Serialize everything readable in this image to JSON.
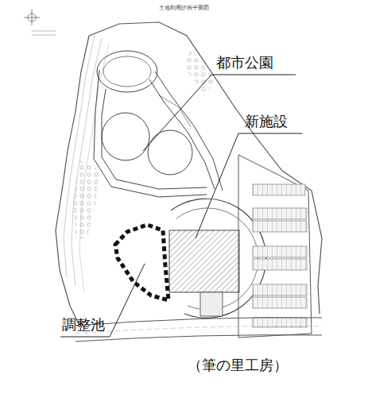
{
  "diagram": {
    "title": "土地利用計画平面図",
    "labels": [
      "都市公園",
      "新施設",
      "調整池",
      "（筆の里工房）"
    ]
  }
}
